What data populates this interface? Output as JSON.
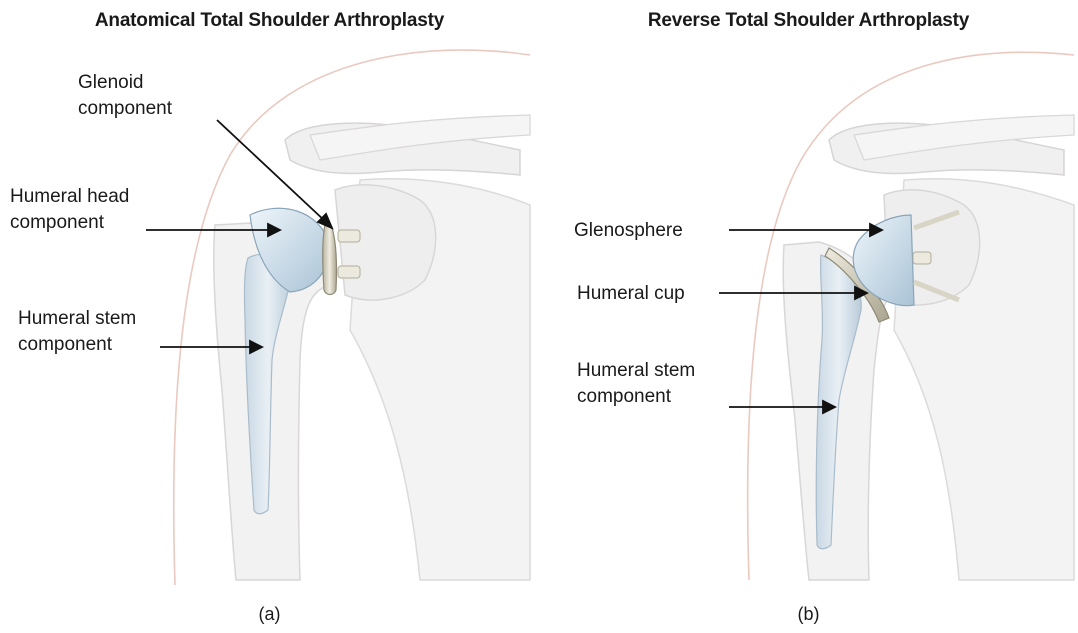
{
  "panel_a": {
    "title": "Anatomical Total Shoulder Arthroplasty",
    "caption": "(a)",
    "labels": {
      "glenoid_line1": "Glenoid",
      "glenoid_line2": "component",
      "humeral_head_line1": "Humeral head",
      "humeral_head_line2": "component",
      "humeral_stem_line1": "Humeral stem",
      "humeral_stem_line2": "component"
    }
  },
  "panel_b": {
    "title": "Reverse Total Shoulder Arthroplasty",
    "caption": "(b)",
    "labels": {
      "glenosphere": "Glenosphere",
      "humeral_cup": "Humeral cup",
      "humeral_stem_line1": "Humeral stem",
      "humeral_stem_line2": "component"
    }
  },
  "colors": {
    "bone_fill": "#f4f3f3",
    "bone_outline": "#dcdada",
    "skin_outline": "#eac9c0",
    "implant_blue": "#cfe0ec",
    "implant_metal": "#d9d6c8",
    "arrow": "#111111"
  }
}
